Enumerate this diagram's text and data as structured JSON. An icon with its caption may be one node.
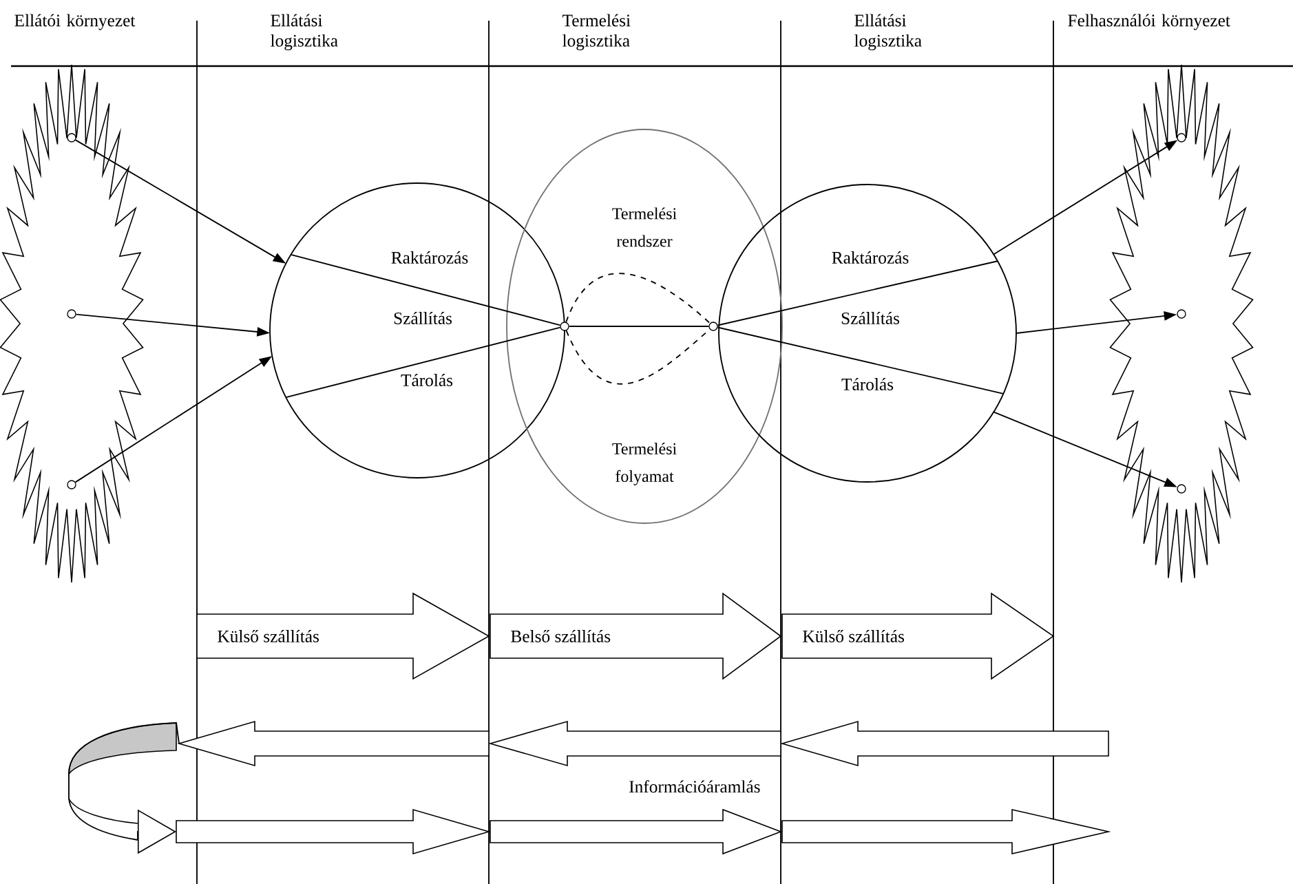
{
  "diagram": {
    "nodes": [
      {
        "text": [],
        "shape": "starburst"
      },
      {
        "text": [],
        "shape": "circle",
        "in": 0
      },
      {
        "text": [],
        "shape": "circle",
        "in": 0
      },
      {
        "text": [],
        "shape": "circle",
        "in": 0
      },
      {
        "text": [
          "Raktározás",
          "Szállítás",
          "Tárolás"
        ]
      },
      {
        "text": [
          "Termelési rendszer",
          "Termelési folyamat"
        ]
      },
      {
        "text": [
          "Raktározás",
          "Szállítás",
          "Tárolás"
        ]
      },
      {
        "text": [],
        "shape": "starburst"
      },
      {
        "text": [],
        "shape": "circle",
        "in": 7
      },
      {
        "text": [],
        "shape": "circle",
        "in": 7
      },
      {
        "text": [],
        "shape": "circle",
        "in": 7
      },
      {
        "text": [],
        "shape": "circle",
        "in": 5
      },
      {
        "text": [],
        "shape": "circle",
        "in": 5
      },
      {
        "text": [
          "Külső szállítás"
        ]
      },
      {
        "text": [
          "Belső szállítás"
        ]
      },
      {
        "text": [
          "Külső szállítás"
        ]
      },
      {
        "text": [],
        "shape": "arrow"
      },
      {
        "text": [],
        "shape": "arrow"
      },
      {
        "text": [],
        "shape": "arrow"
      },
      {
        "text": [],
        "shape": "arrow"
      },
      {
        "text": [],
        "shape": "arrow"
      },
      {
        "text": [],
        "shape": "arrow"
      }
    ],
    "edges": [
      {
        "from": 1,
        "to": 4,
        "arrow": "to"
      },
      {
        "from": 2,
        "to": 4,
        "arrow": "to"
      },
      {
        "from": 3,
        "to": 4,
        "arrow": "to"
      },
      {
        "from": 4,
        "to": 11,
        "arrow": "none"
      },
      {
        "from": 4,
        "to": 11,
        "arrow": "none"
      },
      {
        "from": 11,
        "to": 12,
        "arrow": "none"
      },
      {
        "from": 11,
        "to": 12,
        "arrow": "none",
        "style": "dashed"
      },
      {
        "from": 11,
        "to": 12,
        "arrow": "none",
        "style": "dashed"
      },
      {
        "from": 12,
        "to": 6,
        "arrow": "none"
      },
      {
        "from": 12,
        "to": 6,
        "arrow": "none"
      },
      {
        "from": 6,
        "to": 8,
        "arrow": "to"
      },
      {
        "from": 6,
        "to": 9,
        "arrow": "to"
      },
      {
        "from": 6,
        "to": 10,
        "arrow": "to"
      },
      {
        "from": 16,
        "to": 19,
        "arrow": "to"
      }
    ],
    "labels": [
      "Ellátói környezet",
      "Ellátási logisztika",
      "Termelési logisztika",
      "Ellátási logisztika",
      "Felhasználói környezet",
      "Információáramlás"
    ]
  }
}
